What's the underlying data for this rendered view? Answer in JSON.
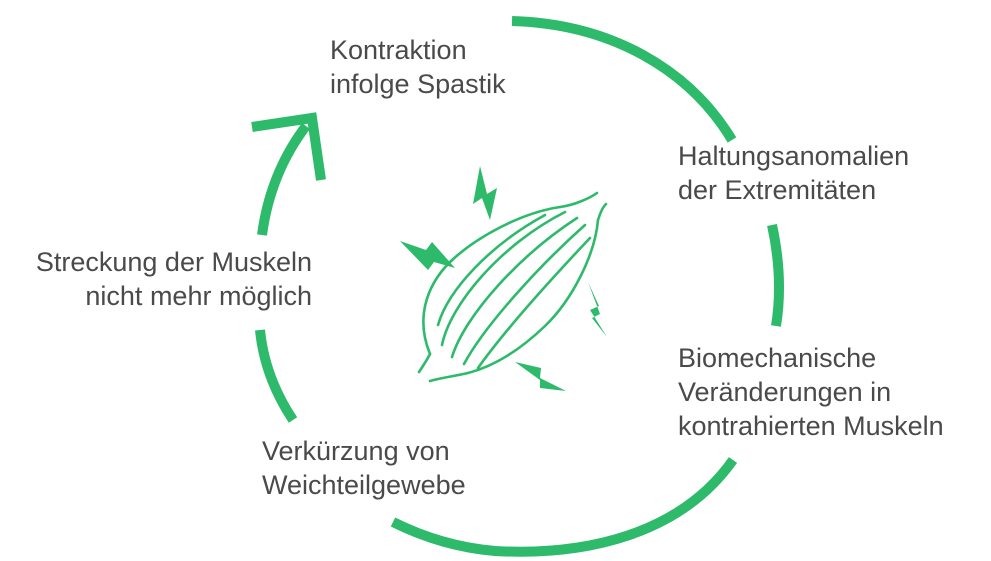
{
  "colors": {
    "accent": "#2dba6b",
    "text": "#4a4a4a"
  },
  "labels": {
    "kontraktion": {
      "line1": "Kontraktion",
      "line2": "infolge Spastik"
    },
    "haltung": {
      "line1": "Haltungsanomalien",
      "line2": "der Extremitäten"
    },
    "biomech": {
      "line1": "Biomechanische",
      "line2": "Veränderungen in",
      "line3": "kontrahierten Muskeln"
    },
    "verkuerzung": {
      "line1": "Verkürzung von",
      "line2": "Weichteilgewebe"
    },
    "streckung": {
      "line1": "Streckung der Muskeln",
      "line2": "nicht mehr möglich"
    }
  },
  "icons": {
    "center": "muscle-icon",
    "arrow": "cycle-arrow-icon",
    "sparks": "lightning-icon"
  }
}
